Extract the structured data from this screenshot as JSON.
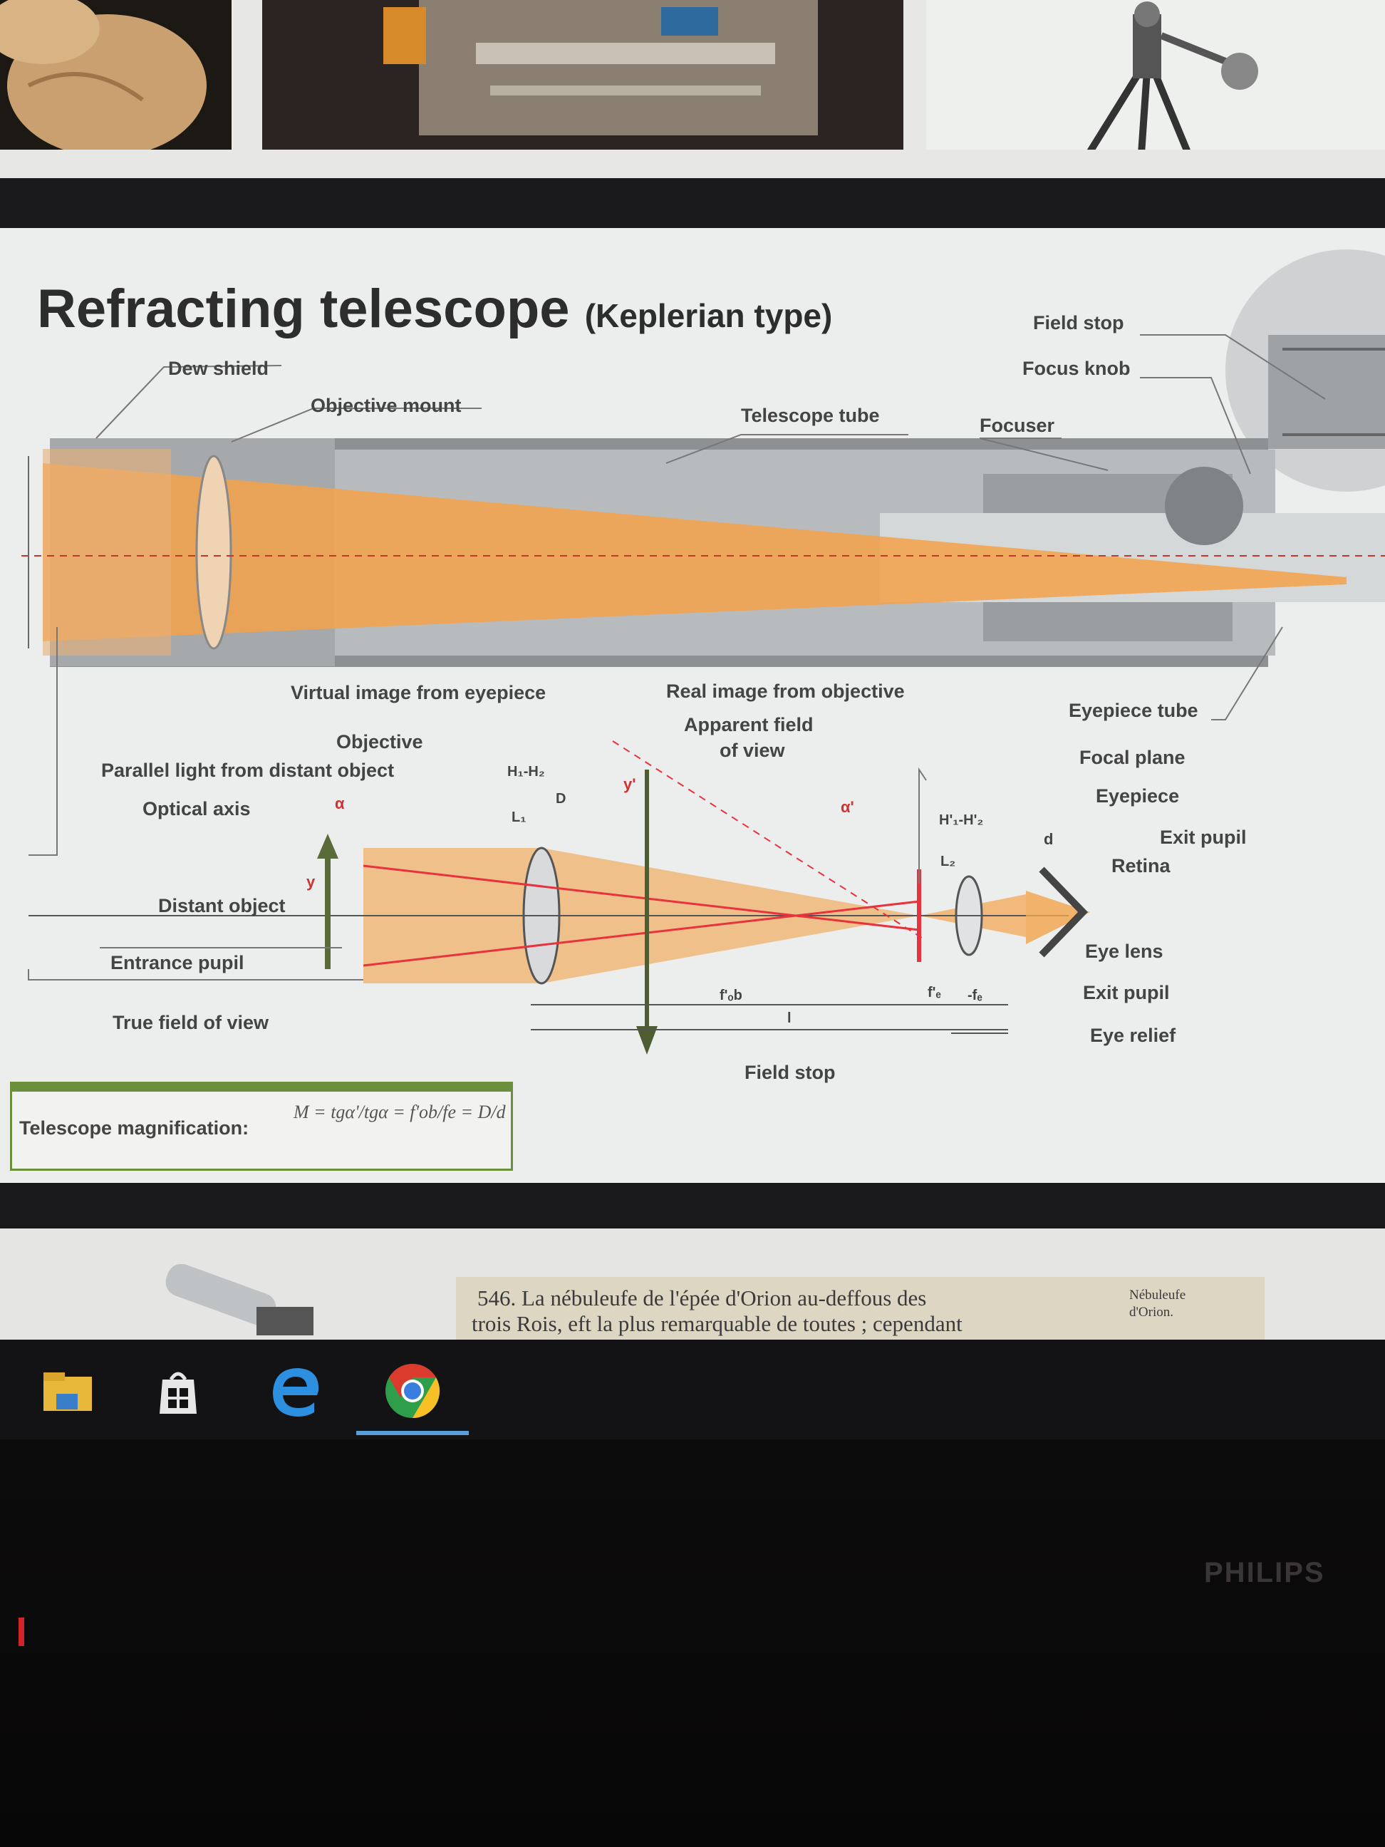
{
  "slide": {
    "title": "Refracting telescope",
    "title_sub": "(Keplerian type)",
    "labels": {
      "field_stop_top": "Field stop",
      "focus_knob": "Focus knob",
      "dew_shield": "Dew shield",
      "objective_mount": "Objective mount",
      "telescope_tube": "Telescope tube",
      "focuser": "Focuser",
      "virtual_image": "Virtual image from eyepiece",
      "real_image": "Real image from objective",
      "apparent_field_1": "Apparent field",
      "apparent_field_2": "of view",
      "eyepiece_tube": "Eyepiece tube",
      "objective": "Objective",
      "focal_plane": "Focal plane",
      "parallel_light": "Parallel light from distant object",
      "eyepiece": "Eyepiece",
      "optical_axis": "Optical axis",
      "exit_pupil_top": "Exit pupil",
      "retina": "Retina",
      "distant_object": "Distant object",
      "eye_lens": "Eye lens",
      "entrance_pupil": "Entrance pupil",
      "exit_pupil_bottom": "Exit pupil",
      "true_field": "True field of view",
      "eye_relief": "Eye relief",
      "field_stop_bottom": "Field stop"
    },
    "symbols": {
      "h1h2": "H₁-H₂",
      "l1": "L₁",
      "d_big": "D",
      "y_prime": "y'",
      "y": "y",
      "alpha": "α",
      "alpha_prime": "α'",
      "h_primes": "H'₁-H'₂",
      "l2": "L₂",
      "d_small": "d",
      "f_ob": "f'ₒb",
      "f_e": "f'ₑ",
      "minus_f_e": "-fₑ",
      "l": "l"
    },
    "formula": {
      "label": "Telescope magnification:",
      "expression": "M = tgα'/tgα = f'ob/fe = D/d"
    }
  },
  "book_excerpt": {
    "line1": "546. La nébuleufe de l'épée d'Orion au-deffous des",
    "line2": "trois Rois, eft la plus remarquable de toutes ; cependant",
    "margin_note_1": "Nébuleufe",
    "margin_note_2": "d'Orion."
  },
  "monitor": {
    "brand": "PHILIPS"
  },
  "colors": {
    "light_beam": "#f3a24a",
    "ray_red": "#e8323c",
    "accent_green": "#6b8f3a",
    "taskbar_bg": "#131214"
  }
}
